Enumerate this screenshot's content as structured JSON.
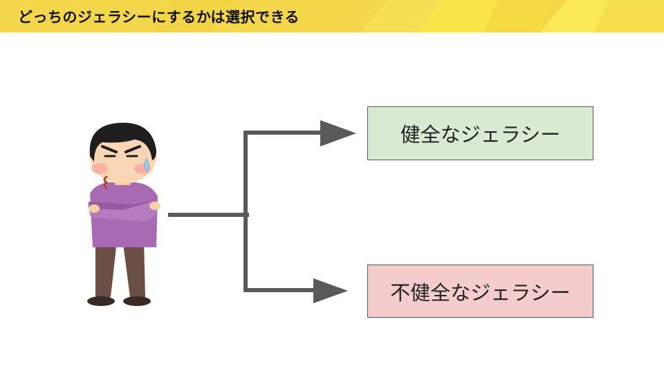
{
  "slide": {
    "title": "どっちのジェラシーにするかは選択できる"
  },
  "diagram": {
    "person": {
      "icon": "man-arms-crossed-thinking-icon"
    },
    "options": [
      {
        "label": "健全なジェラシー",
        "color": "#d9ead3"
      },
      {
        "label": "不健全なジェラシー",
        "color": "#f4cccc"
      }
    ]
  },
  "colors": {
    "header_yellow": "#f5d94a",
    "header_bright": "#fbea3c",
    "connector_gray": "#595959"
  }
}
